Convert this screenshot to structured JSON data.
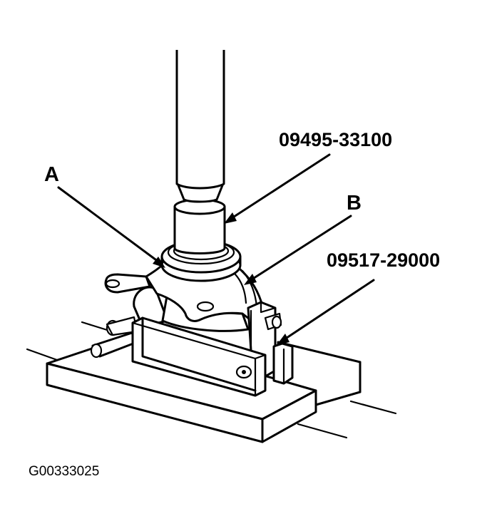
{
  "labels": {
    "tool_upper": "09495-33100",
    "part_a": "A",
    "part_b": "B",
    "tool_lower": "09517-29000"
  },
  "figure_code": "G00333025",
  "icons": [
    "press-ram",
    "bearing",
    "steering-knuckle",
    "support-fixture",
    "wooden-blocks"
  ]
}
